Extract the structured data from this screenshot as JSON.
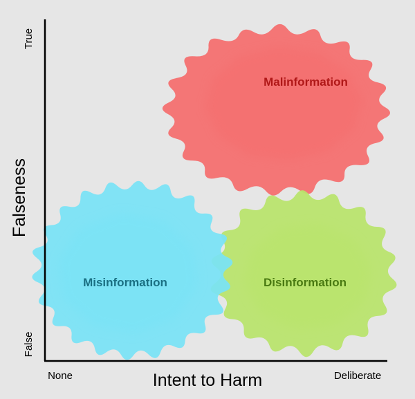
{
  "regions": {
    "malinformation": {
      "label": "Malinformation",
      "fill_color": "#f56d6d",
      "text_color": "#b01818"
    },
    "misinformation": {
      "label": "Misinformation",
      "fill_color": "#78e3f6",
      "text_color": "#1a6f82"
    },
    "disinformation": {
      "label": "Disinformation",
      "fill_color": "#b9e46a",
      "text_color": "#4a7a12"
    }
  },
  "x_axis": {
    "title": "Intent to Harm",
    "min_label": "None",
    "max_label": "Deliberate"
  },
  "y_axis": {
    "title": "Falseness",
    "min_label": "False",
    "max_label": "True"
  },
  "colors": {
    "background": "#e6e6e6",
    "axis": "#000000"
  }
}
